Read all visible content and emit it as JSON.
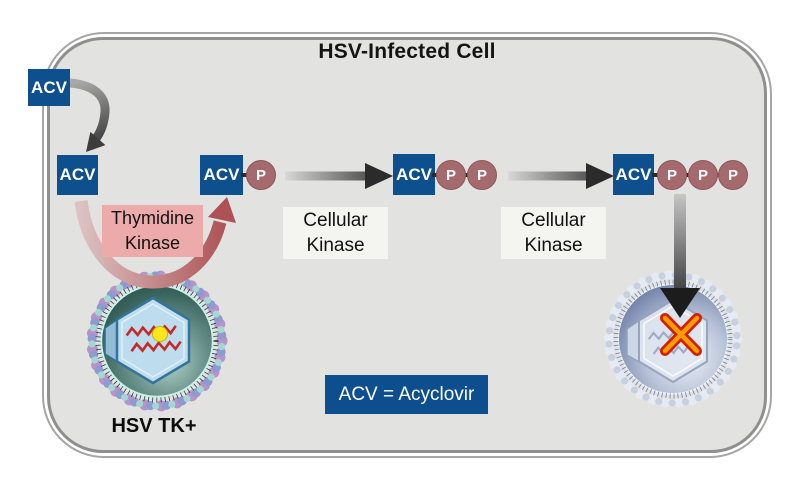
{
  "title": "HSV-Infected Cell",
  "legend_label": "ACV = Acyclovir",
  "molecules": {
    "acv": "ACV",
    "phosphate": "P"
  },
  "enzymes": {
    "thymidine_kinase": {
      "line1": "Thymidine",
      "line2": "Kinase"
    },
    "cellular_kinase_1": {
      "line1": "Cellular",
      "line2": "Kinase"
    },
    "cellular_kinase_2": {
      "line1": "Cellular",
      "line2": "Kinase"
    }
  },
  "virions": {
    "tk_positive_label": "HSV TK+"
  },
  "icons": {
    "inhibition_x": "✕",
    "entry_arrow": "curved-down-arrow",
    "thymidine_kinase_arrow": "u-curved-up-arrow",
    "phosphorylation_arrows": "right-gradient-arrow",
    "incorporation_arrow": "down-gradient-arrow"
  },
  "colors": {
    "acv_blue": "#0e4f8d",
    "phosphate_rose": "#a46a6d",
    "thymidine_kinase_pink": "#ecaaab",
    "kinase_label_bg": "#f4f4f1",
    "red_arrow": "#ad5154",
    "cell_fill": "#e2e2e1",
    "membrane_gray": "#8f8f8f",
    "inhibition_red": "#d31f00",
    "inhibition_orange": "#ff9d00",
    "virion_left_teal": "#2f5b55",
    "virion_right_blue": "#5a6b98",
    "dna_red": "#c62828",
    "capsid_core_yellow": "#ffe71c"
  }
}
